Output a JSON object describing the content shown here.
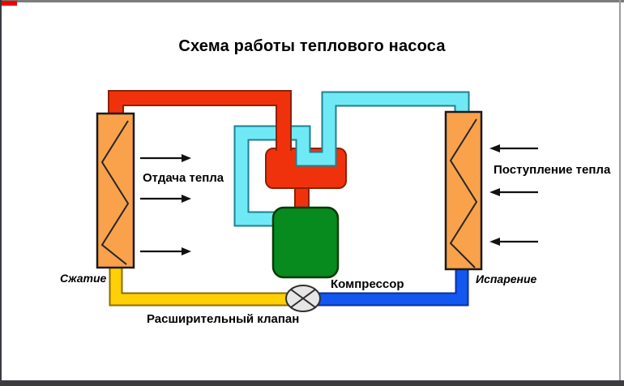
{
  "window": {
    "accent_color": "#f20000",
    "border_top_color": "#7c7c7c",
    "border_dark_color": "#3b3b40",
    "border_right_color": "#9c9c9c"
  },
  "diagram": {
    "title": "Схема работы теплового насоса",
    "labels": {
      "heat_release": "Отдача тепла",
      "heat_input": "Поступление тепла",
      "compression": "Сжатие",
      "evaporation": "Испарение",
      "compressor": "Компрессор",
      "expansion_valve": "Расширительный клапан"
    },
    "arrows": {
      "heat_release": {
        "direction": "right",
        "count": 3
      },
      "heat_input": {
        "direction": "left",
        "count": 3
      }
    },
    "colors": {
      "hot_pipe": "#f0320c",
      "cold_pipe": "#6fe9f5",
      "liquid_pipe": "#ffd006",
      "suction_pipe": "#1257ef",
      "radiator": "#f9a24b",
      "condenser": "#f0320c",
      "compressor": "#078a1e",
      "valve": "#e6e6e6",
      "text": "#000000"
    }
  }
}
